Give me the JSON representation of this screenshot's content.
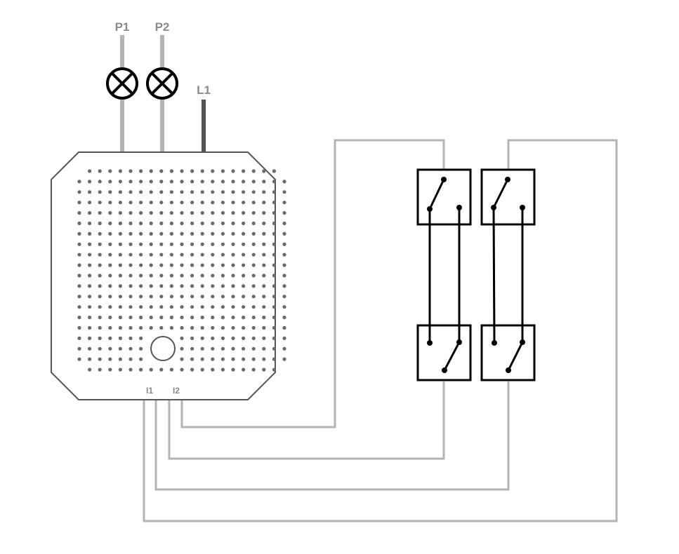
{
  "terminals": {
    "p1": "P1",
    "p2": "P2",
    "l1": "L1",
    "i1": "I1",
    "i2": "I2"
  },
  "colors": {
    "wire_gray": "#b4b4b4",
    "wire_dark": "#555555",
    "outline": "#555555",
    "dot": "#6a6a6a",
    "label_gray": "#8a8a8a",
    "symbol": "#000000"
  }
}
